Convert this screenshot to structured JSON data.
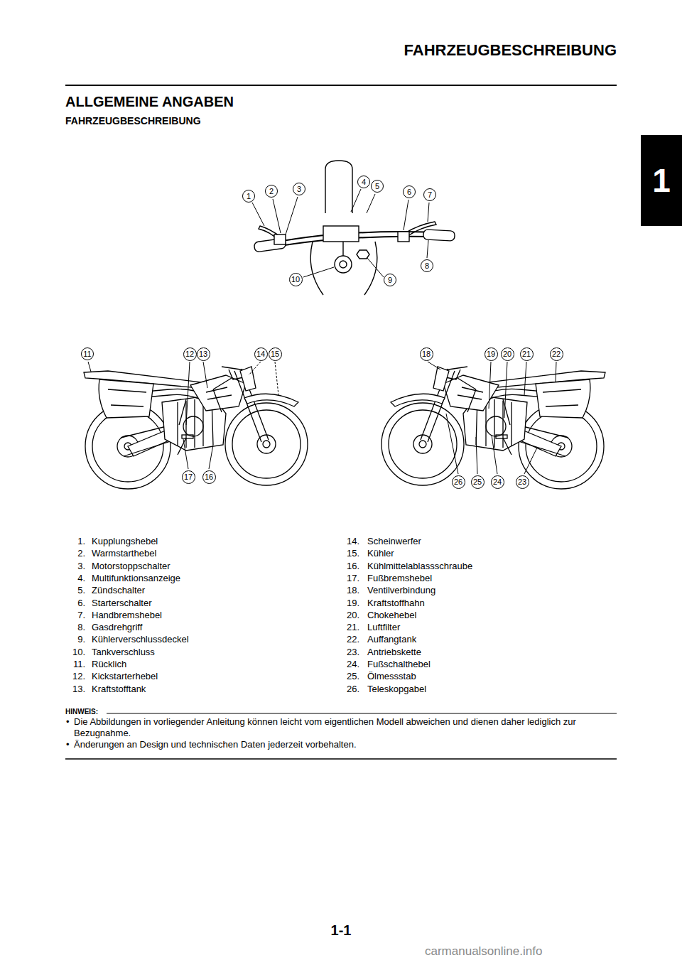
{
  "diagram": {
    "title": "FAHRZEUGBESCHREIBUNG",
    "nodes": [
      {
        "text": [
          "1"
        ]
      },
      {
        "text": [
          "2"
        ]
      },
      {
        "text": [
          "3"
        ]
      },
      {
        "text": [
          "4"
        ]
      },
      {
        "text": [
          "5"
        ]
      },
      {
        "text": [
          "6"
        ]
      },
      {
        "text": [
          "7"
        ]
      },
      {
        "text": [
          "8"
        ]
      },
      {
        "text": [
          "9"
        ]
      },
      {
        "text": [
          "10"
        ]
      },
      {
        "text": [
          "11"
        ]
      },
      {
        "text": [
          "12"
        ]
      },
      {
        "text": [
          "13"
        ]
      },
      {
        "text": [
          "14"
        ]
      },
      {
        "text": [
          "15"
        ]
      },
      {
        "text": [
          "16"
        ]
      },
      {
        "text": [
          "17"
        ]
      },
      {
        "text": [
          "18"
        ]
      },
      {
        "text": [
          "19"
        ]
      },
      {
        "text": [
          "20"
        ]
      },
      {
        "text": [
          "21"
        ]
      },
      {
        "text": [
          "22"
        ]
      },
      {
        "text": [
          "23"
        ]
      },
      {
        "text": [
          "24"
        ]
      },
      {
        "text": [
          "25"
        ]
      },
      {
        "text": [
          "26"
        ]
      },
      {
        "text": [
          "1"
        ]
      }
    ],
    "labels": [
      "ALLGEMEINE ANGABEN",
      "FAHRZEUGBESCHREIBUNG",
      "1.",
      "Kupplungshebel",
      "2.",
      "Warmstarthebel",
      "3.",
      "Motorstoppschalter",
      "4.",
      "Multifunktionsanzeige",
      "5.",
      "Zündschalter",
      "6.",
      "Starterschalter",
      "7.",
      "Handbremshebel",
      "8.",
      "Gasdrehgriff",
      "9.",
      "Kühlerverschlussdeckel",
      "10.",
      "Tankverschluss",
      "11.",
      "Rücklich",
      "12.",
      "Kickstarterhebel",
      "13.",
      "Kraftstofftank",
      "14.",
      "Scheinwerfer",
      "15.",
      "Kühler",
      "16.",
      "Kühlmittelablassschraube",
      "17.",
      "Fußbremshebel",
      "18.",
      "Ventilverbindung",
      "19.",
      "Kraftstoffhahn",
      "20.",
      "Chokehebel",
      "21.",
      "Luftfilter",
      "22.",
      "Auffangtank",
      "23.",
      "Antriebskette",
      "24.",
      "Fußschalthebel",
      "25.",
      "Ölmessstab",
      "26.",
      "Teleskopgabel",
      "HINWEIS:",
      "•",
      "Die Abbildungen in vorliegender Anleitung können leicht vom eigentlichen Modell abweichen und dienen daher lediglich zur Bezugnahme.",
      "•",
      "Änderungen an Design und technischen Daten jederzeit vorbehalten.",
      "1-1",
      "carmanualsonline.info"
    ]
  }
}
